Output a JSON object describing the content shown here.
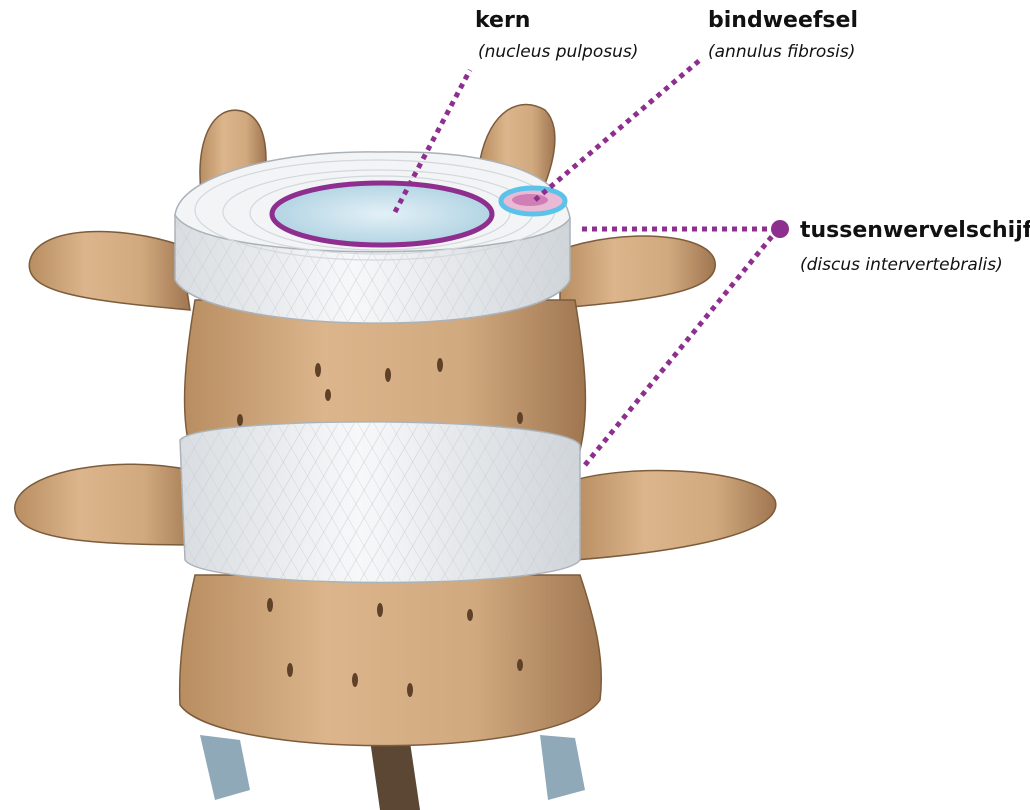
{
  "labels": {
    "kern": {
      "title": "kern",
      "subtitle": "(nucleus pulposus)"
    },
    "bindweefsel": {
      "title": "bindweefsel",
      "subtitle": "(annulus fibrosis)"
    },
    "tussenwervelschijf": {
      "title": "tussenwervelschijf",
      "subtitle": "(discus intervertebralis)"
    }
  },
  "colors": {
    "pointer": "#8e2f8f",
    "nucleus_outline": "#8e2f8f",
    "annulus_outline": "#5bc3ea",
    "bone": "#d4ab82",
    "bone_shadow": "#a97f55",
    "disc": "#eef0f2",
    "disc_fiber": "#c9ced3",
    "nucleus_fill": "#b9d8e6"
  },
  "icons": {
    "endpoint": "filled-circle-dot"
  }
}
